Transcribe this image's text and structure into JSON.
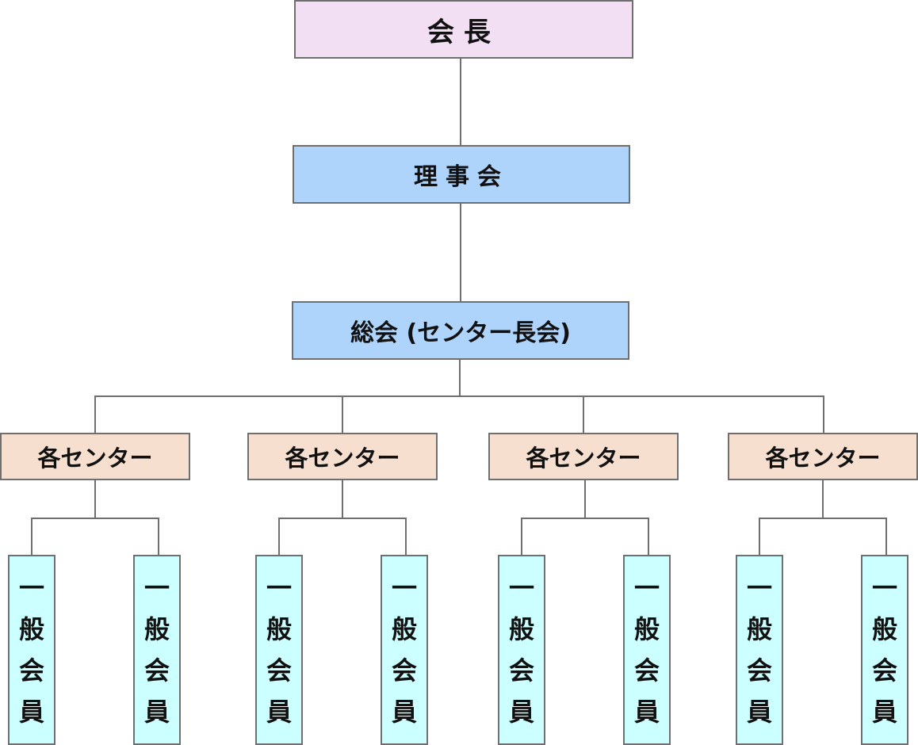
{
  "chart_data": {
    "type": "org_chart",
    "title": "",
    "nodes": {
      "chair": "会 長",
      "board": "理事会",
      "assembly": "総会 (センター長会)",
      "centers": [
        "各センター",
        "各センター",
        "各センター",
        "各センター"
      ],
      "member_label": "一般会員",
      "members_per_center": 2
    },
    "edges": [
      [
        "会 長",
        "理事会"
      ],
      [
        "理事会",
        "総会 (センター長会)"
      ],
      [
        "総会 (センター長会)",
        "各センター (x4)"
      ],
      [
        "各センター",
        "一般会員 (x2 each)"
      ]
    ]
  },
  "chair": {
    "label": "会長"
  },
  "board": {
    "label": "理事会"
  },
  "assembly": {
    "label": "総会 (センター長会)"
  },
  "centers": [
    {
      "label": "各センター",
      "members": [
        {
          "chars": [
            "一",
            "般",
            "会",
            "員"
          ]
        },
        {
          "chars": [
            "一",
            "般",
            "会",
            "員"
          ]
        }
      ]
    },
    {
      "label": "各センター",
      "members": [
        {
          "chars": [
            "一",
            "般",
            "会",
            "員"
          ]
        },
        {
          "chars": [
            "一",
            "般",
            "会",
            "員"
          ]
        }
      ]
    },
    {
      "label": "各センター",
      "members": [
        {
          "chars": [
            "一",
            "般",
            "会",
            "員"
          ]
        },
        {
          "chars": [
            "一",
            "般",
            "会",
            "員"
          ]
        }
      ]
    },
    {
      "label": "各センター",
      "members": [
        {
          "chars": [
            "一",
            "般",
            "会",
            "員"
          ]
        },
        {
          "chars": [
            "一",
            "般",
            "会",
            "員"
          ]
        }
      ]
    }
  ],
  "colors": {
    "chair_fill": "#f3dff3",
    "board_fill": "#afd4fc",
    "assembly_fill": "#afd4fc",
    "center_fill": "#f6dfcf",
    "member_fill": "#ccffff",
    "line": "#6f6f6f"
  }
}
